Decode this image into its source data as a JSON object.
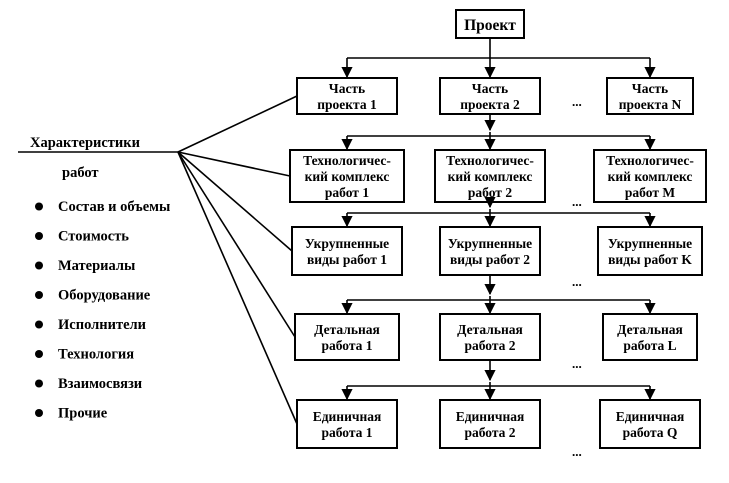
{
  "root": "Проект",
  "characteristics": {
    "title_line1": "Характеристики",
    "title_line2": "работ",
    "items": [
      "Состав и объемы",
      "Стоимость",
      "Материалы",
      "Оборудование",
      "Исполнители",
      "Технология",
      "Взаимосвязи",
      "Прочие"
    ]
  },
  "levels": [
    {
      "boxes": [
        [
          "Часть",
          "проекта 1"
        ],
        [
          "Часть",
          "проекта 2"
        ],
        [
          "Часть",
          "проекта N"
        ]
      ]
    },
    {
      "boxes": [
        [
          "Технологичес-",
          "кий комплекс",
          "работ 1"
        ],
        [
          "Технологичес-",
          "кий комплекс",
          "работ 2"
        ],
        [
          "Технологичес-",
          "кий комплекс",
          "работ M"
        ]
      ]
    },
    {
      "boxes": [
        [
          "Укрупненные",
          "виды работ 1"
        ],
        [
          "Укрупненные",
          "виды работ 2"
        ],
        [
          "Укрупненные",
          "виды работ K"
        ]
      ]
    },
    {
      "boxes": [
        [
          "Детальная",
          "работа 1"
        ],
        [
          "Детальная",
          "работа 2"
        ],
        [
          "Детальная",
          "работа L"
        ]
      ]
    },
    {
      "boxes": [
        [
          "Единичная",
          "работа 1"
        ],
        [
          "Единичная",
          "работа 2"
        ],
        [
          "Единичная",
          "работа Q"
        ]
      ]
    }
  ],
  "ellipsis": "..."
}
